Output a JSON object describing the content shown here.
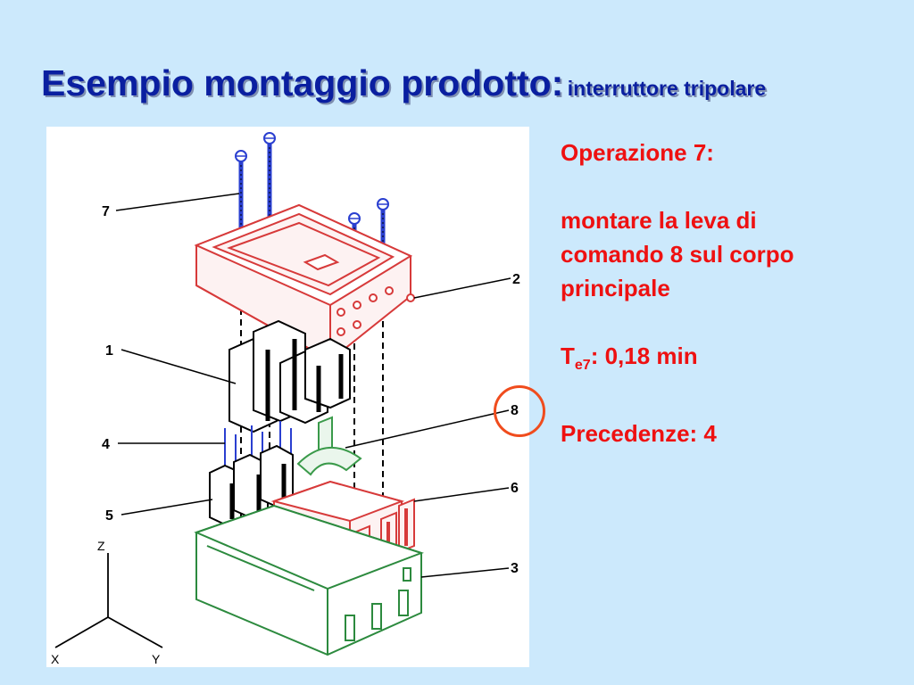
{
  "slide": {
    "title_main": "Esempio montaggio prodotto:",
    "title_sub": "interruttore tripolare"
  },
  "panel": {
    "operation": "Operazione 7:",
    "instruction_line1": "montare la leva di",
    "instruction_line2": "comando 8 sul corpo",
    "instruction_line3": "principale",
    "time_label": "T",
    "time_sub": "e7",
    "time_value": ": 0,18 min",
    "precedence": "Precedenze: 4"
  },
  "diagram": {
    "labels": {
      "l7": "7",
      "l2": "2",
      "l1": "1",
      "l8": "8",
      "l4": "4",
      "l6": "6",
      "l5": "5",
      "l3": "3"
    },
    "axes": {
      "z": "Z",
      "x": "X",
      "y": "Y"
    }
  },
  "colors": {
    "background": "#cce9fc",
    "title": "#0a1fa0",
    "panel_text": "#ee1111",
    "highlight_circle": "#f04c1d",
    "cover_red": "#d73a3a",
    "base_green": "#2c8a3e",
    "spring_blue": "#2a3fd0",
    "lever_green": "#3a9a4a"
  }
}
